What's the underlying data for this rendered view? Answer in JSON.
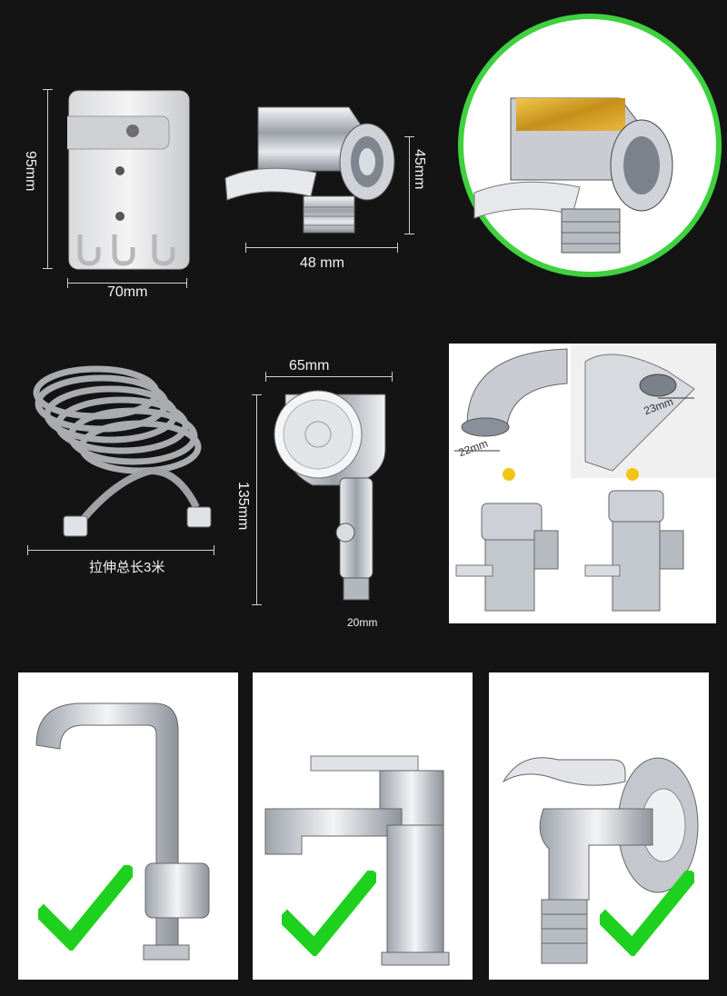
{
  "dimensions": {
    "holder_height": "95mm",
    "holder_width": "70mm",
    "valve_height": "45mm",
    "valve_width": "48 mm",
    "head_width": "65mm",
    "head_height": "135mm",
    "head_thread": "20mm",
    "hose_length": "拉伸总长3米",
    "faucet_thread_a": "22mm",
    "faucet_thread_b": "23mm"
  },
  "compatible_faucets": [
    {
      "type": "kitchen-faucet",
      "supported": true
    },
    {
      "type": "basin-faucet",
      "supported": true
    },
    {
      "type": "wall-tap",
      "supported": true
    }
  ],
  "colors": {
    "background": "#141414",
    "check": "#1fd11f",
    "highlight_ring": "#3fd13f",
    "chrome": "#c8ccd2",
    "brass": "#d8a820"
  }
}
